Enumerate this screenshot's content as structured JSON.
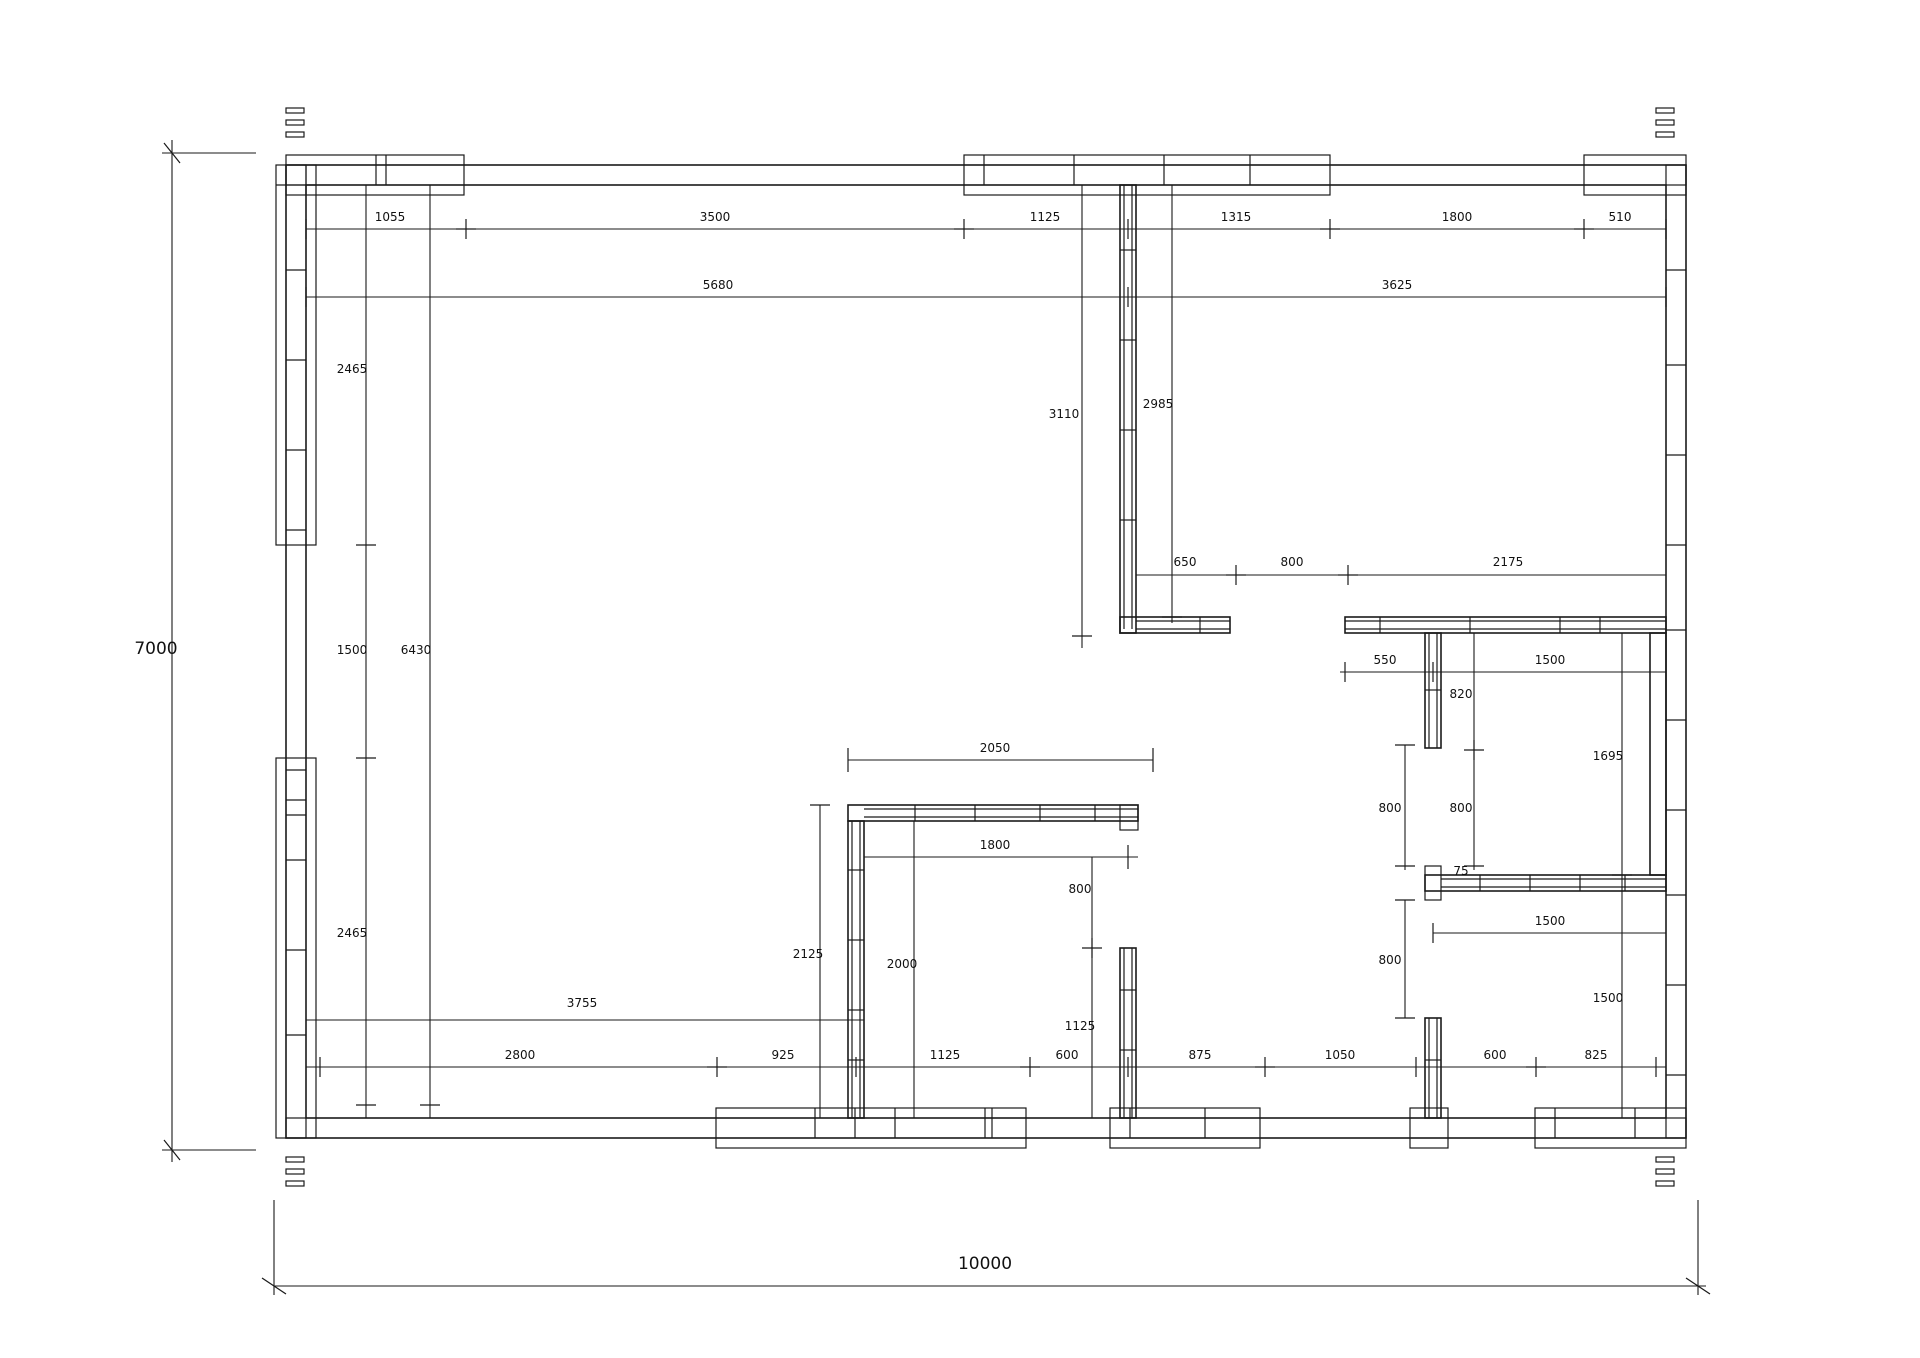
{
  "overall": {
    "width": "10000",
    "height": "7000"
  },
  "dims": {
    "top_1055": "1055",
    "top_3500": "3500",
    "top_1125": "1125",
    "top_1315": "1315",
    "top_1800": "1800",
    "top_510": "510",
    "top_5680": "5680",
    "top_3625": "3625",
    "left_2465a": "2465",
    "left_1500": "1500",
    "left_6430": "6430",
    "left_2465b": "2465",
    "mid_3110": "3110",
    "mid_2985": "2985",
    "r_650": "650",
    "r_800": "800",
    "r_2175": "2175",
    "r_550": "550",
    "r_1500a": "1500",
    "r_820": "820",
    "r_1695": "1695",
    "r_800b": "800",
    "r_800c": "800",
    "r_75": "75",
    "r_1500b": "1500",
    "r_800d": "800",
    "r_1500c": "1500",
    "c_2050": "2050",
    "c_1800": "1800",
    "c_800": "800",
    "c_2125": "2125",
    "c_2000": "2000",
    "c_1125": "1125",
    "c_3755": "3755",
    "b_2800": "2800",
    "b_925": "925",
    "b_1125": "1125",
    "b_600": "600",
    "b_875": "875",
    "b_1050": "1050",
    "b_600b": "600",
    "b_825": "825"
  }
}
